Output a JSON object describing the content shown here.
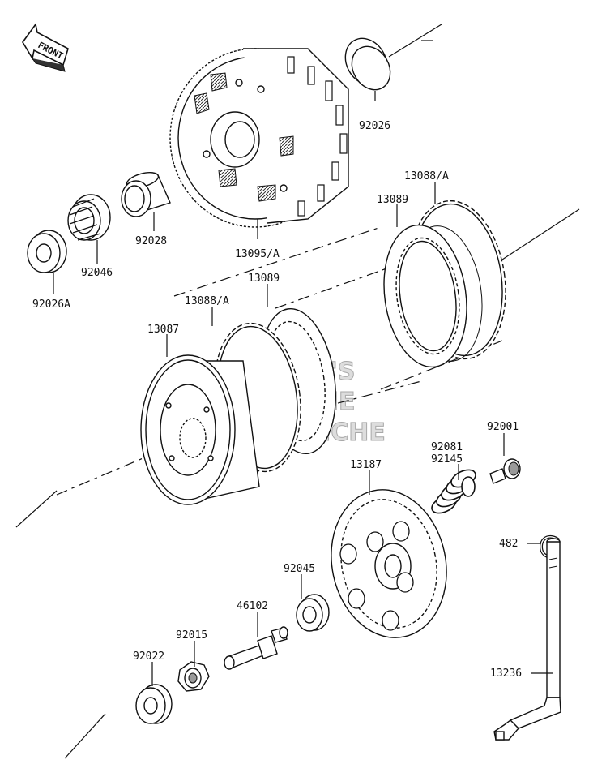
{
  "orientation": {
    "label": "FRONT"
  },
  "watermark": {
    "line1": "HLSM'S",
    "line2": "ONLINE",
    "line3": "MICROFICHE"
  },
  "parts": [
    {
      "id": "p92026",
      "number": "92026"
    },
    {
      "id": "p13095",
      "number": "13095/A"
    },
    {
      "id": "p92028",
      "number": "92028"
    },
    {
      "id": "p92046",
      "number": "92046"
    },
    {
      "id": "p92026A",
      "number": "92026A"
    },
    {
      "id": "p13088A_top",
      "number": "13088/A"
    },
    {
      "id": "p13089_top",
      "number": "13089"
    },
    {
      "id": "p13089_mid",
      "number": "13089"
    },
    {
      "id": "p13088A_mid",
      "number": "13088/A"
    },
    {
      "id": "p13087",
      "number": "13087"
    },
    {
      "id": "p92001",
      "number": "92001"
    },
    {
      "id": "p92081",
      "number": "92081"
    },
    {
      "id": "p92145",
      "number": "92145"
    },
    {
      "id": "p13187",
      "number": "13187"
    },
    {
      "id": "p482",
      "number": "482"
    },
    {
      "id": "p92045",
      "number": "92045"
    },
    {
      "id": "p46102",
      "number": "46102"
    },
    {
      "id": "p92015",
      "number": "92015"
    },
    {
      "id": "p92022",
      "number": "92022"
    },
    {
      "id": "p13236",
      "number": "13236"
    }
  ]
}
